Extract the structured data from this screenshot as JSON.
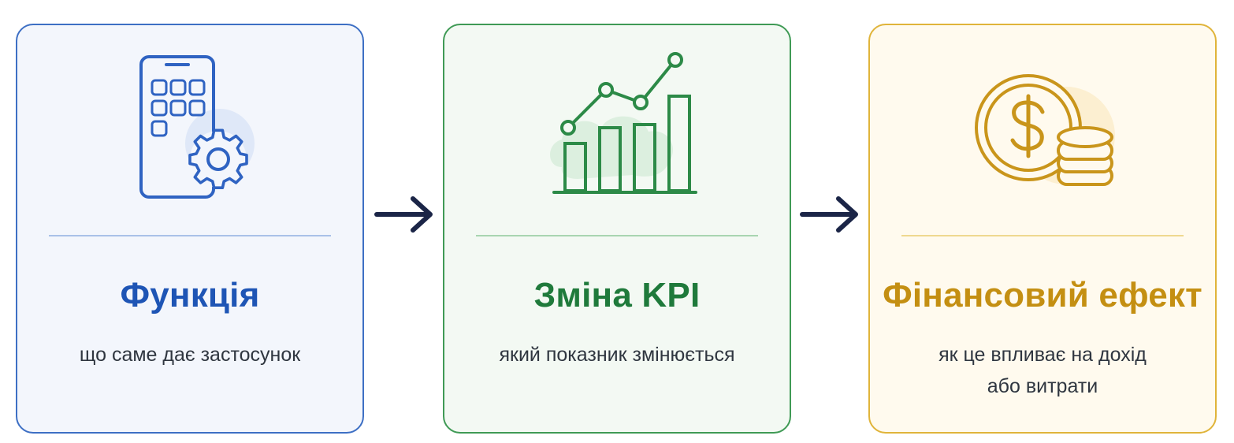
{
  "steps": [
    {
      "title": "Функція",
      "subtitle_lines": [
        "що саме дає застосунок"
      ],
      "icon": "phone-settings-icon",
      "color": "#1e55b5"
    },
    {
      "title": "Зміна KPI",
      "subtitle_lines": [
        "який показник змінюється"
      ],
      "icon": "growth-chart-icon",
      "color": "#1f7a3b"
    },
    {
      "title": "Фінансовий ефект",
      "subtitle_lines": [
        "як це впливає на дохід",
        "або витрати"
      ],
      "icon": "dollar-coins-icon",
      "color": "#c48f12"
    }
  ],
  "connectors": [
    "arrow-right-icon",
    "arrow-right-icon"
  ],
  "arrow_color": "#1b2547"
}
